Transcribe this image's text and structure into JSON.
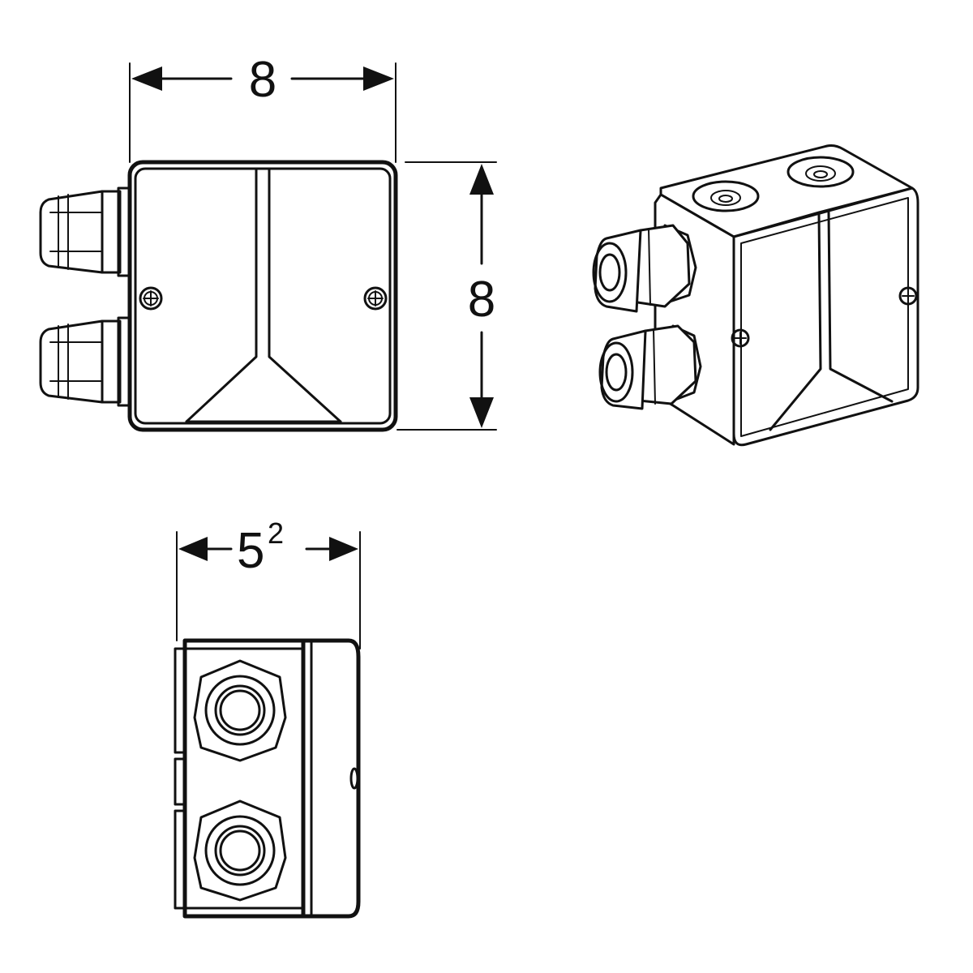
{
  "dimensions": {
    "width_label": "8",
    "height_label": "8",
    "depth_label_base": "5",
    "depth_label_exp": "2"
  },
  "colors": {
    "line": "#111111",
    "background": "#ffffff"
  }
}
